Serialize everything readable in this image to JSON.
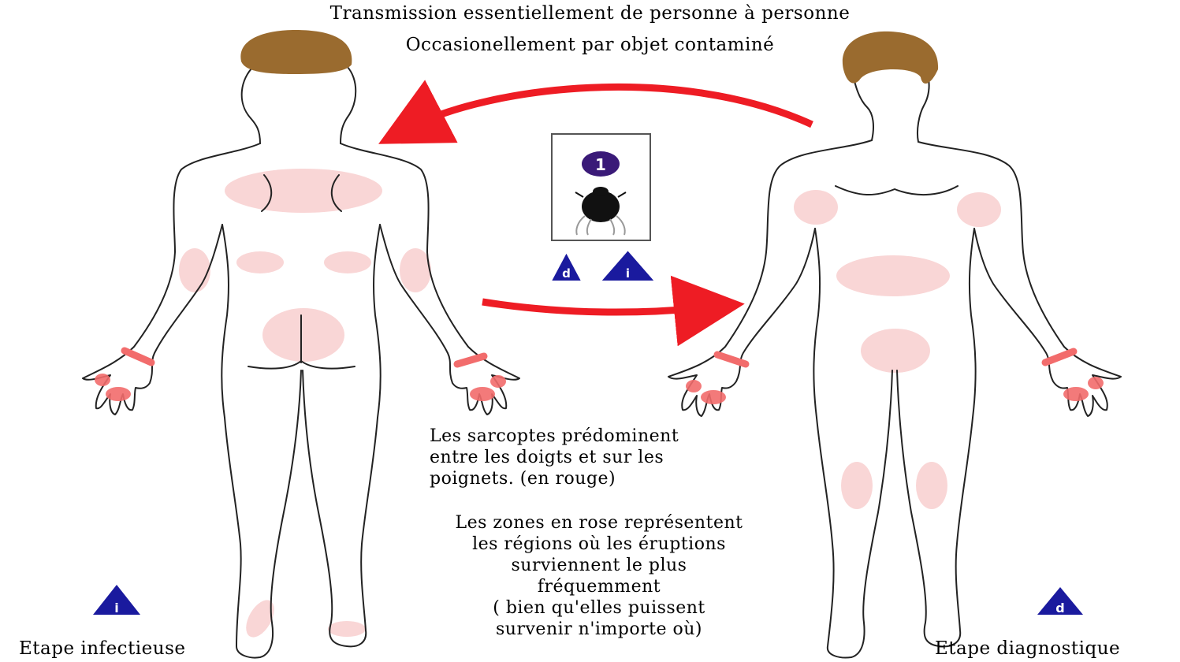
{
  "header": {
    "line1": "Transmission essentiellement de personne à personne",
    "line2": "Occasionellement par objet contaminé"
  },
  "notes": {
    "sarcoptes": [
      "Les sarcoptes prédominent",
      "entre les doigts et sur les",
      "poignets. (en rouge)"
    ],
    "zones": [
      "Les zones en rose représentent",
      "les régions où les éruptions",
      "surviennent le plus",
      "fréquemment",
      "( bien qu'elles puissent",
      "survenir n'importe où)"
    ]
  },
  "stages": {
    "left_label": "Etape infectieuse",
    "right_label": "Etape diagnostique",
    "left_marker": "i",
    "right_marker": "d"
  },
  "center_box": {
    "number": "1",
    "markers": [
      "d",
      "i"
    ]
  },
  "colors": {
    "hair": "#9a6b2f",
    "rash_pink": "#f9d6d6",
    "mite_red": "#f26c6c",
    "arrow_red": "#ee1c24",
    "marker_blue": "#1a1a9e",
    "number_purple": "#3a1a78",
    "outline": "#222222"
  },
  "icons": [
    "mite-icon",
    "info-triangle-icon",
    "diagnostic-triangle-icon",
    "curved-arrow-icon"
  ]
}
